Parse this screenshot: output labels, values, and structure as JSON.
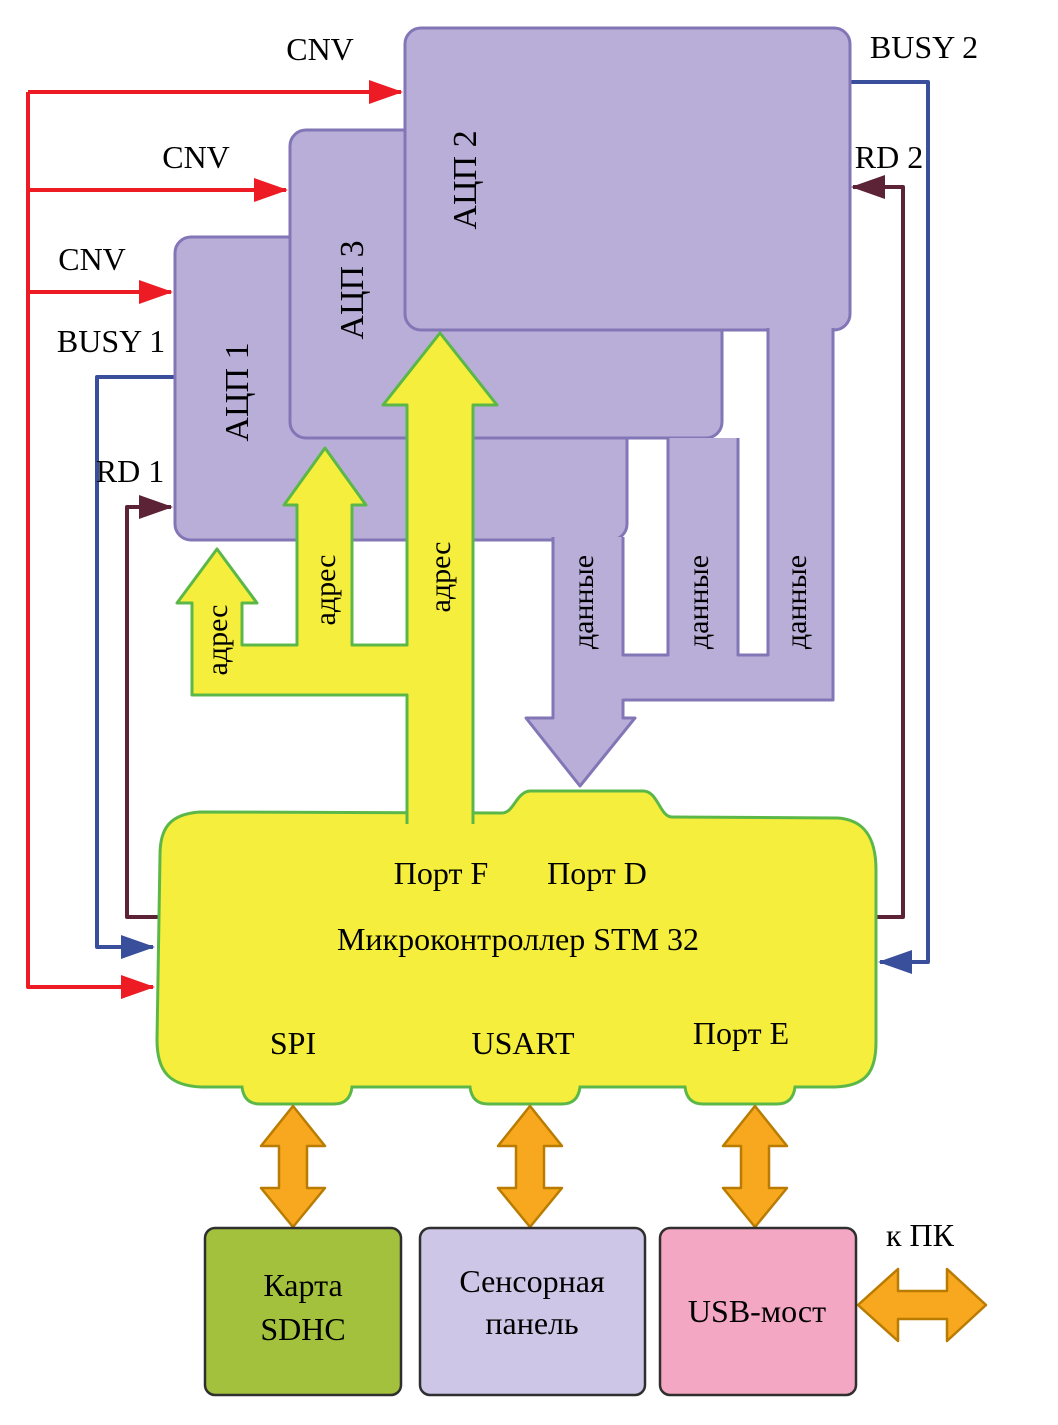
{
  "blocks": {
    "adc1": {
      "label": "АЦП 1"
    },
    "adc3": {
      "label": "АЦП 3"
    },
    "adc2": {
      "label": "АЦП 2"
    },
    "mcu": {
      "port_f": "Порт F",
      "port_d": "Порт D",
      "title": "Микроконтроллер STM 32",
      "spi": "SPI",
      "usart": "USART",
      "port_e": "Порт E"
    },
    "sdhc": {
      "line1": "Карта",
      "line2": "SDHC"
    },
    "touch_panel": {
      "line1": "Сенсорная",
      "line2": "панель"
    },
    "usb_bridge": {
      "label": "USB-мост"
    }
  },
  "labels": {
    "cnv_adc2": "CNV",
    "cnv_adc3": "CNV",
    "cnv_adc1": "CNV",
    "busy1": "BUSY 1",
    "busy2": "BUSY 2",
    "rd1": "RD 1",
    "rd2": "RD 2",
    "addr_adc1": "адрес",
    "addr_adc3": "адрес",
    "addr_adc2": "адрес",
    "data_adc1": "данные",
    "data_adc3": "данные",
    "data_adc2": "данные",
    "to_pc": "к ПК"
  },
  "colors": {
    "adc_fill": "#b9aed8",
    "adc_border": "#8276b6",
    "yellow_fill": "#f5ee3d",
    "green_border": "#5bb848",
    "data_fill": "#b9aed8",
    "data_border": "#8276b6",
    "orange_fill": "#f7a81e",
    "orange_border": "#b97c00",
    "sdhc_fill": "#a3c13c",
    "touch_fill": "#cdc6e6",
    "usb_fill": "#f4a7c3",
    "block_border_dark": "#2f2f2f",
    "cnv_red": "#ed1c24",
    "busy_blue": "#3a4f9b",
    "rd_maroon": "#5c2236",
    "text": "#000000"
  }
}
